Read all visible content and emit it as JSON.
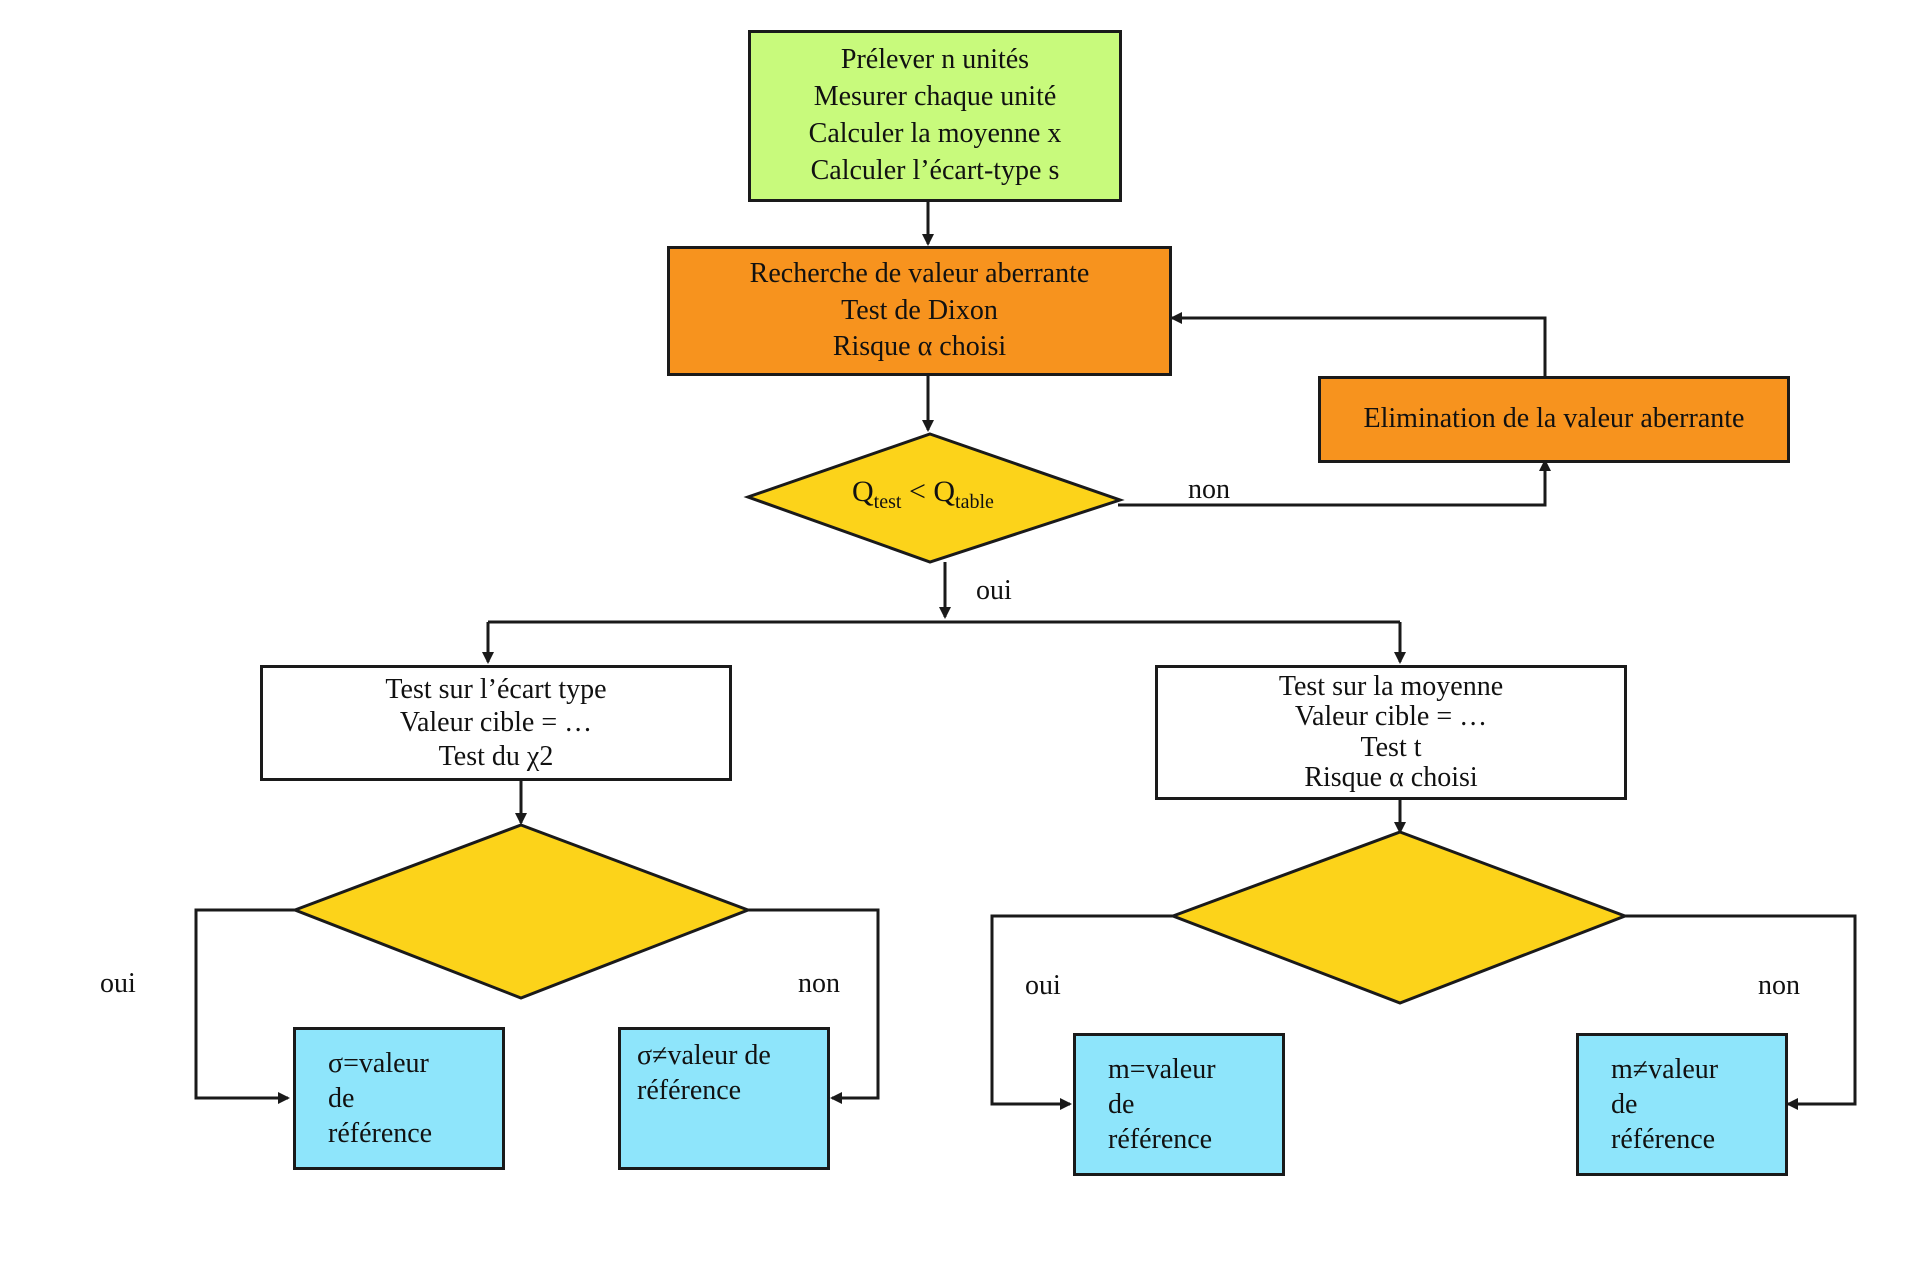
{
  "colors": {
    "green_box": "#c8fa7c",
    "orange_box": "#f7931e",
    "diamond": "#fcd31a",
    "result_box": "#8ee5fb",
    "line": "#1a1a1a"
  },
  "start": {
    "lines": [
      "Prélever n unités",
      "Mesurer chaque unité",
      "Calculer la moyenne x",
      "Calculer l’écart-type s"
    ]
  },
  "dixon": {
    "lines": [
      "Recherche de valeur aberrante",
      "Test de Dixon",
      "Risque α choisi"
    ]
  },
  "elimination": {
    "label": "Elimination de la valeur aberrante"
  },
  "decision_q": {
    "q_symbol": "Q",
    "test_sub": "test",
    "comparator": " < ",
    "table_sub": "table"
  },
  "labels": {
    "oui": "oui",
    "non": "non"
  },
  "std_test": {
    "lines": [
      "Test sur l’écart type",
      "Valeur cible = …",
      "Test du χ2"
    ]
  },
  "mean_test": {
    "lines": [
      "Test sur la moyenne",
      "Valeur cible = …",
      "Test t",
      "Risque α choisi"
    ]
  },
  "results": {
    "sigma_eq": [
      "σ=valeur",
      "de",
      "référence"
    ],
    "sigma_neq": [
      "σ≠valeur de",
      "référence"
    ],
    "m_eq": [
      "m=valeur",
      "de",
      "référence"
    ],
    "m_neq": [
      "m≠valeur",
      "de",
      "référence"
    ]
  }
}
